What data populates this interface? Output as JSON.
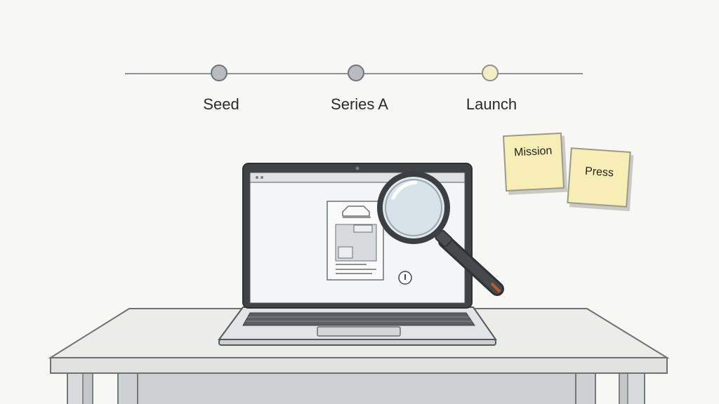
{
  "timeline": {
    "stages": [
      {
        "label": "Seed",
        "state": "past"
      },
      {
        "label": "Series A",
        "state": "past"
      },
      {
        "label": "Launch",
        "state": "upcoming"
      }
    ]
  },
  "sticky_notes": [
    {
      "label": "Mission"
    },
    {
      "label": "Press"
    }
  ],
  "colors": {
    "background": "#f7f7f5",
    "note": "#f7eeb6",
    "dot_past": "#b8bcc0",
    "dot_upcoming": "#f4ecc4",
    "laptop_frame": "#3f4346",
    "desk": "#e9eae8"
  },
  "icons": [
    "laptop-icon",
    "magnifying-glass-icon",
    "desk-icon",
    "play-icon"
  ]
}
